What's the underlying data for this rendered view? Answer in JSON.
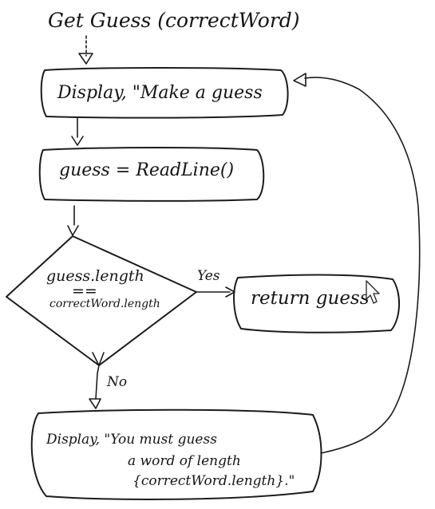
{
  "title": "Get Guess (correctWord)",
  "nodes": {
    "display_prompt": "Display, \"Make a guess",
    "read_input": "guess = ReadLine()",
    "condition": {
      "line1": "guess.length",
      "line2": "==",
      "line3": "correctWord.length"
    },
    "return_box": "return guess",
    "error_message": {
      "line1": "Display, \"You must guess",
      "line2": "a word of length",
      "line3": "{correctWord.length}.\""
    }
  },
  "edges": {
    "yes_label": "Yes",
    "no_label": "No"
  }
}
